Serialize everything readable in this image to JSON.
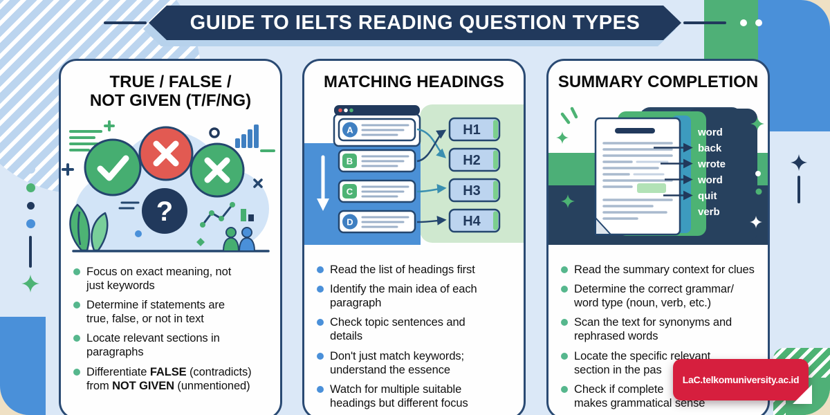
{
  "banner": {
    "title": "GUIDE TO IELTS READING QUESTION TYPES"
  },
  "watermark": {
    "label": "LaC.telkomuniversity.ac.id",
    "color": "#d61f3e"
  },
  "palette": {
    "navy": "#21395c",
    "blue": "#4a90d9",
    "green": "#4db374",
    "red_cross": "#e25a52",
    "light_blue_bg": "#dbe8f7",
    "card_border": "#2a4a73",
    "cream": "#efe0c4",
    "mint_panel": "#cfe8cf",
    "pill_blue": "#bcd4ef",
    "badge_red": "#d61f3e"
  },
  "cards": [
    {
      "title": "TRUE / FALSE /\nNOT GIVEN (T/F/NG)",
      "bullet_color": "#56b78d",
      "illustration": {
        "question_mark": "?"
      },
      "bullets": [
        "Focus on exact meaning, not\njust keywords",
        "Determine if statements are\ntrue, false, or not in text",
        "Locate relevant sections in\nparagraphs"
      ],
      "rich_bullet": {
        "s1": "Differentiate ",
        "b1": "FALSE",
        "s2": " (contradicts) from ",
        "b2": "NOT GIVEN",
        "s3": " (unmentioned)"
      }
    },
    {
      "title": "MATCHING HEADINGS",
      "bullet_color": "#4a90d9",
      "illustration": {
        "list_labels": [
          "A",
          "B",
          "C",
          "D"
        ],
        "headings": [
          "H1",
          "H2",
          "H3",
          "H4"
        ]
      },
      "bullets": [
        "Read the list of headings first",
        "Identify the main idea of each\nparagraph",
        "Check topic sentences and\ndetails",
        "Don't just match keywords;\nunderstand the essence",
        "Watch for multiple suitable\nheadings but different focus"
      ]
    },
    {
      "title": "SUMMARY COMPLETION",
      "bullet_color": "#56b78d",
      "illustration": {
        "words": [
          "word",
          "back",
          "wrote",
          "word",
          "quit",
          "verb"
        ]
      },
      "bullets": [
        "Read the summary context for clues",
        "Determine the correct grammar/\nword type (noun, verb, etc.)",
        "Scan the text for synonyms and\nrephrased words",
        "Locate the specific relevant\nsection in the pas",
        "Check if complete\nmakes grammatical sense"
      ]
    }
  ]
}
